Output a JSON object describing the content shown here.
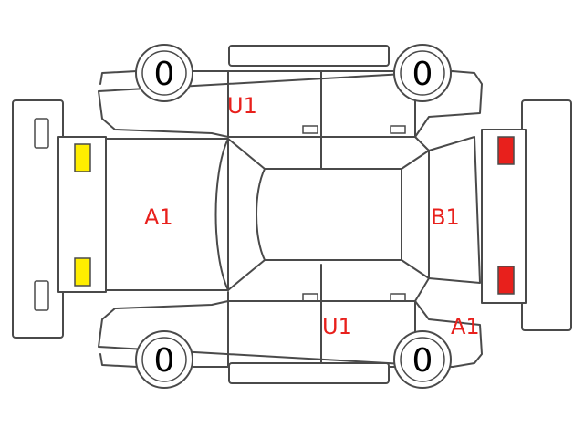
{
  "colors": {
    "outline": "#4a4a4a",
    "damage_label": "#e8201c",
    "front_lamp": "#ffee00",
    "rear_lamp": "#e8201c"
  },
  "tires": {
    "front_left": "0",
    "rear_left": "0",
    "front_right": "0",
    "rear_right": "0"
  },
  "marks": {
    "hood": "A1",
    "rear": "B1",
    "upper_doors": "U1",
    "lower_doors": "U1",
    "lower_rear_fender": "A1"
  }
}
